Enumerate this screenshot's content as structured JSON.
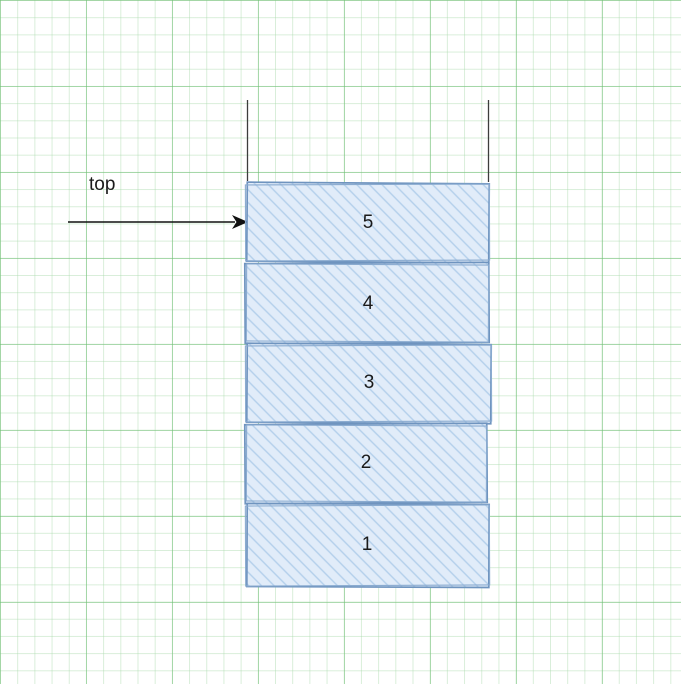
{
  "diagram": {
    "type": "stack-data-structure",
    "top_label": "top",
    "items": [
      {
        "label": "5"
      },
      {
        "label": "4"
      },
      {
        "label": "3"
      },
      {
        "label": "2"
      },
      {
        "label": "1"
      }
    ],
    "colors": {
      "box_fill": "#e1ecf9",
      "box_hatch": "#b3cfeb",
      "box_border": "#6f94bf",
      "box_border_light": "#8aabd0",
      "grid_minor": "#aadaac",
      "grid_major": "#6ebe73",
      "arrow": "#111111",
      "guide_line": "#3c3c3c"
    }
  }
}
